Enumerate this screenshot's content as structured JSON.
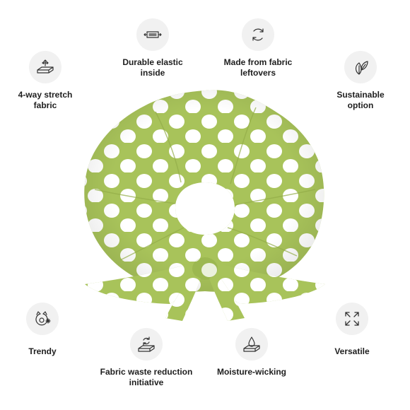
{
  "colors": {
    "fabric": "#a8c35a",
    "fabric_shadow": "#93ad48",
    "dots": "#ffffff",
    "icon_bg": "#f1f1f1",
    "text": "#1e1e1e"
  },
  "features": {
    "stretch": {
      "line1": "4-way stretch",
      "line2": "fabric",
      "icon": "four-way-arrows-icon"
    },
    "elastic": {
      "line1": "Durable elastic",
      "line2": "inside",
      "icon": "elastic-band-icon"
    },
    "leftovers": {
      "line1": "Made from fabric",
      "line2": "leftovers",
      "icon": "recycle-arrows-icon"
    },
    "sustainable": {
      "line1": "Sustainable",
      "line2": "option",
      "icon": "leaf-icon"
    },
    "trendy": {
      "line1": "Trendy",
      "icon": "cat-sparkle-icon"
    },
    "waste": {
      "line1": "Fabric waste reduction",
      "line2": "initiative",
      "icon": "fabric-recycle-icon"
    },
    "moisture": {
      "line1": "Moisture-wicking",
      "icon": "water-drop-fabric-icon"
    },
    "versatile": {
      "line1": "Versatile",
      "icon": "expand-arrows-icon"
    }
  },
  "product": {
    "pattern": "polka-dot",
    "icon": "scrunchie-image"
  }
}
